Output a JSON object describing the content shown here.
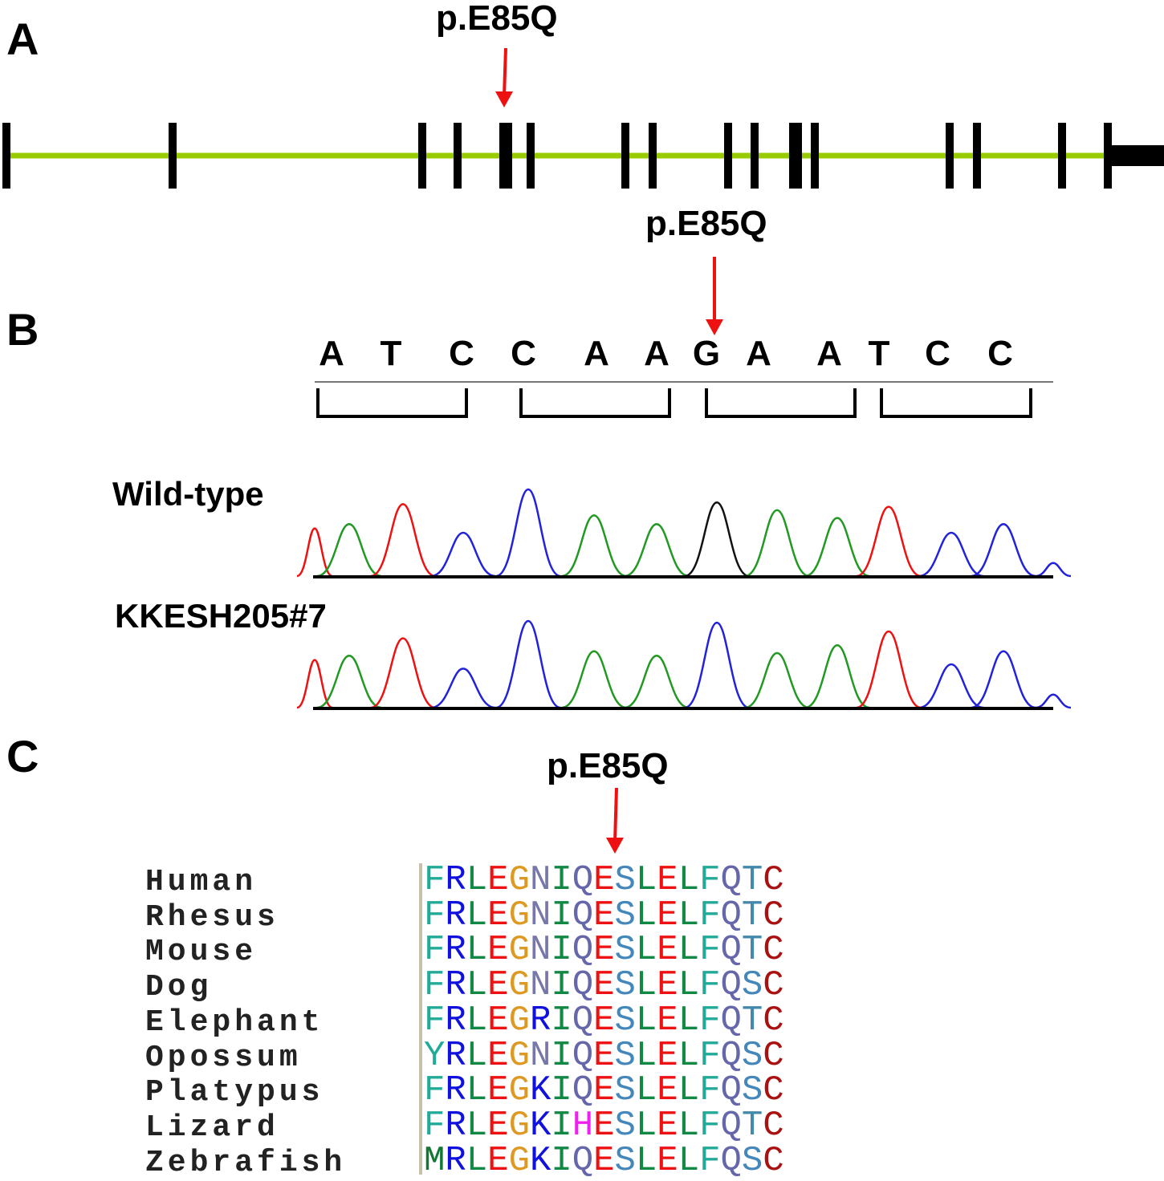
{
  "panels": {
    "a": "A",
    "b": "B",
    "c": "C"
  },
  "mutation_label": "p.E85Q",
  "colors": {
    "intron": "#99cc00",
    "exon": "#000000",
    "arrow": "#ee1111",
    "A": "#229922",
    "C": "#2222dd",
    "G": "#111111",
    "T": "#ee1111"
  },
  "gene_model": {
    "exon_count": 16
  },
  "sequence": {
    "bases": [
      "A",
      "T",
      "C",
      "C",
      "A",
      "A",
      "G",
      "A",
      "A",
      "T",
      "C",
      "C"
    ]
  },
  "traces": [
    {
      "label": "Wild-type",
      "peaks": [
        {
          "base": "T",
          "h": 0.55
        },
        {
          "base": "A",
          "h": 0.6
        },
        {
          "base": "T",
          "h": 0.83
        },
        {
          "base": "C",
          "h": 0.5
        },
        {
          "base": "C",
          "h": 1.0
        },
        {
          "base": "A",
          "h": 0.7
        },
        {
          "base": "A",
          "h": 0.6
        },
        {
          "base": "G",
          "h": 0.85
        },
        {
          "base": "A",
          "h": 0.76
        },
        {
          "base": "A",
          "h": 0.67
        },
        {
          "base": "T",
          "h": 0.8
        },
        {
          "base": "C",
          "h": 0.5
        },
        {
          "base": "C",
          "h": 0.6
        },
        {
          "base": "C",
          "h": 0.15
        }
      ]
    },
    {
      "label": "KKESH205#7",
      "peaks": [
        {
          "base": "T",
          "h": 0.55
        },
        {
          "base": "A",
          "h": 0.6
        },
        {
          "base": "T",
          "h": 0.8
        },
        {
          "base": "C",
          "h": 0.45
        },
        {
          "base": "C",
          "h": 1.0
        },
        {
          "base": "A",
          "h": 0.65
        },
        {
          "base": "A",
          "h": 0.6
        },
        {
          "base": "C",
          "h": 0.98
        },
        {
          "base": "A",
          "h": 0.63
        },
        {
          "base": "A",
          "h": 0.72
        },
        {
          "base": "T",
          "h": 0.88
        },
        {
          "base": "C",
          "h": 0.5
        },
        {
          "base": "C",
          "h": 0.65
        },
        {
          "base": "C",
          "h": 0.15
        }
      ]
    }
  ],
  "alignment": {
    "rows": [
      {
        "species": "Human",
        "seq": "FRLEGNIQESLELFQTC"
      },
      {
        "species": "Rhesus",
        "seq": "FRLEGNIQESLELFQTC"
      },
      {
        "species": "Mouse",
        "seq": "FRLEGNIQESLELFQTC"
      },
      {
        "species": "Dog",
        "seq": "FRLEGNIQESLELFQSC"
      },
      {
        "species": "Elephant",
        "seq": "FRLEGRIQESLELFQTC"
      },
      {
        "species": "Opossum",
        "seq": "YRLEGNIQESLELFQSC"
      },
      {
        "species": "Platypus",
        "seq": "FRLEGKIQESLELFQSC"
      },
      {
        "species": "Lizard",
        "seq": "FRLEGKIHESLELFQTC"
      },
      {
        "species": "Zebrafish",
        "seq": "MRLEGKIQESLELFQSC"
      }
    ],
    "residue_colors": {
      "F": "#22aa99",
      "Y": "#22aa99",
      "R": "#1111dd",
      "K": "#1111dd",
      "L": "#118844",
      "I": "#118844",
      "M": "#117733",
      "E": "#ee1111",
      "G": "#dd9922",
      "N": "#7777aa",
      "Q": "#6666aa",
      "S": "#4488bb",
      "T": "#4488aa",
      "C": "#aa1111",
      "H": "#ee22ee"
    }
  }
}
